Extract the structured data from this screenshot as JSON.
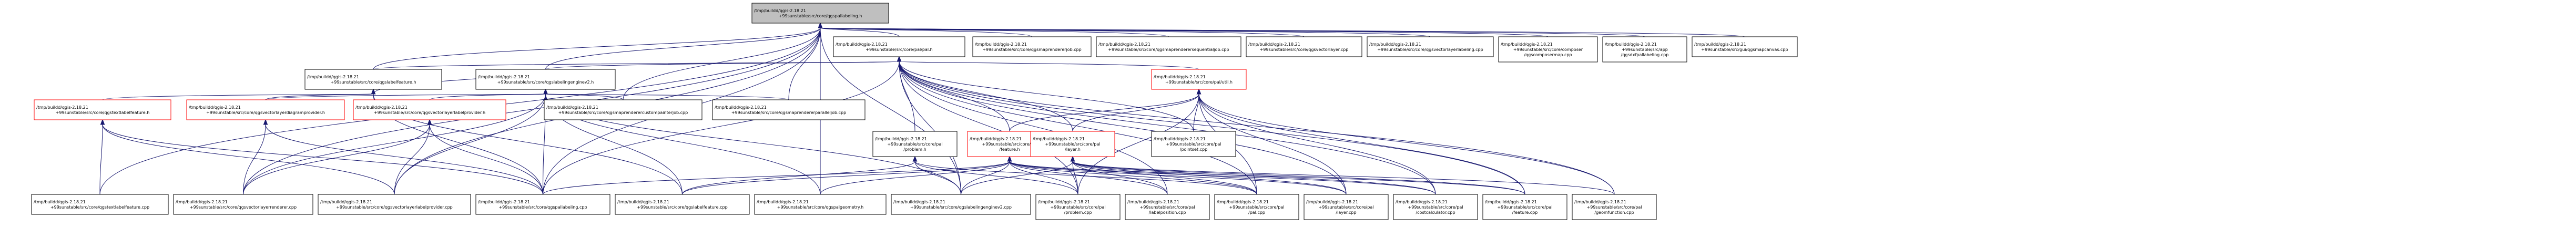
{
  "graph": {
    "nodes": [
      {
        "id": "root",
        "lines": [
          "/tmp/buildd/qgis-2.18.21",
          "+99sunstable/src/core/qgspallabeling.h"
        ],
        "style": "root"
      },
      {
        "id": "pal_h",
        "lines": [
          "/tmp/buildd/qgis-2.18.21",
          "+99sunstable/src/core/pal/pal.h"
        ],
        "style": "normal"
      },
      {
        "id": "maprendererjob_cpp",
        "lines": [
          "/tmp/buildd/qgis-2.18.21",
          "+99sunstable/src/core/qgsmaprendererjob.cpp"
        ],
        "style": "normal"
      },
      {
        "id": "seqjob_cpp",
        "lines": [
          "/tmp/buildd/qgis-2.18.21",
          "+99sunstable/src/core/qgsmaprenderersequentialjob.cpp"
        ],
        "style": "normal"
      },
      {
        "id": "vectorlayer_cpp",
        "lines": [
          "/tmp/buildd/qgis-2.18.21",
          "+99sunstable/src/core/qgsvectorlayer.cpp"
        ],
        "style": "normal"
      },
      {
        "id": "vllabeling_cpp",
        "lines": [
          "/tmp/buildd/qgis-2.18.21",
          "+99sunstable/src/core/qgsvectorlayerlabeling.cpp"
        ],
        "style": "normal"
      },
      {
        "id": "composermap_cpp",
        "lines": [
          "/tmp/buildd/qgis-2.18.21",
          "+99sunstable/src/core/composer",
          "/qgscomposermap.cpp"
        ],
        "style": "normal"
      },
      {
        "id": "palpreset_cpp",
        "lines": [
          "/tmp/buildd/qgis-2.18.21",
          "+99sunstable/src/app",
          "/qgsdxfpallabeling.cpp"
        ],
        "style": "normal"
      },
      {
        "id": "mapcanvas_cpp",
        "lines": [
          "/tmp/buildd/qgis-2.18.21",
          "+99sunstable/src/gui/qgsmapcanvas.cpp"
        ],
        "style": "normal"
      },
      {
        "id": "labelfeature_h",
        "lines": [
          "/tmp/buildd/qgis-2.18.21",
          "+99sunstable/src/core/qgslabelfeature.h"
        ],
        "style": "normal"
      },
      {
        "id": "engine_h",
        "lines": [
          "/tmp/buildd/qgis-2.18.21",
          "+99sunstable/src/core/qgslabelingenginev2.h"
        ],
        "style": "normal"
      },
      {
        "id": "util_h",
        "lines": [
          "/tmp/buildd/qgis-2.18.21",
          "+99sunstable/src/core/pal/util.h"
        ],
        "style": "red"
      },
      {
        "id": "textlabelfeature_h",
        "lines": [
          "/tmp/buildd/qgis-2.18.21",
          "+99sunstable/src/core/qgstextlabelfeature.h"
        ],
        "style": "red"
      },
      {
        "id": "diagramprovider_h",
        "lines": [
          "/tmp/buildd/qgis-2.18.21",
          "+99sunstable/src/core/qgsvectorlayerdiagramprovider.h"
        ],
        "style": "red"
      },
      {
        "id": "labelprovider_h",
        "lines": [
          "/tmp/buildd/qgis-2.18.21",
          "+99sunstable/src/core/qgsvectorlayerlabelprovider.h"
        ],
        "style": "red"
      },
      {
        "id": "customjob_cpp",
        "lines": [
          "/tmp/buildd/qgis-2.18.21",
          "+99sunstable/src/core/qgsmaprenderercustompainterjob.cpp"
        ],
        "style": "normal"
      },
      {
        "id": "paralleljob_cpp",
        "lines": [
          "/tmp/buildd/qgis-2.18.21",
          "+99sunstable/src/core/qgsmaprendererparalleljob.cpp"
        ],
        "style": "normal"
      },
      {
        "id": "problem_h",
        "lines": [
          "/tmp/buildd/qgis-2.18.21",
          "+99sunstable/src/core/pal",
          "/problem.h"
        ],
        "style": "normal"
      },
      {
        "id": "feature_h",
        "lines": [
          "/tmp/buildd/qgis-2.18.21",
          "+99sunstable/src/core/pal",
          "/feature.h"
        ],
        "style": "red"
      },
      {
        "id": "layer_h",
        "lines": [
          "/tmp/buildd/qgis-2.18.21",
          "+99sunstable/src/core/pal",
          "/layer.h"
        ],
        "style": "red"
      },
      {
        "id": "pointset_cpp",
        "lines": [
          "/tmp/buildd/qgis-2.18.21",
          "+99sunstable/src/core/pal",
          "/pointset.cpp"
        ],
        "style": "normal"
      },
      {
        "id": "textlabelfeature_cpp",
        "lines": [
          "/tmp/buildd/qgis-2.18.21",
          "+99sunstable/src/core/qgstextlabelfeature.cpp"
        ],
        "style": "normal"
      },
      {
        "id": "vlrenderer_cpp",
        "lines": [
          "/tmp/buildd/qgis-2.18.21",
          "+99sunstable/src/core/qgsvectorlayerrenderer.cpp"
        ],
        "style": "normal"
      },
      {
        "id": "labelprovider_cpp",
        "lines": [
          "/tmp/buildd/qgis-2.18.21",
          "+99sunstable/src/core/qgsvectorlayerlabelprovider.cpp"
        ],
        "style": "normal"
      },
      {
        "id": "pallabeling_cpp",
        "lines": [
          "/tmp/buildd/qgis-2.18.21",
          "+99sunstable/src/core/qgspallabeling.cpp"
        ],
        "style": "normal"
      },
      {
        "id": "labelfeature_cpp",
        "lines": [
          "/tmp/buildd/qgis-2.18.21",
          "+99sunstable/src/core/qgslabelfeature.cpp"
        ],
        "style": "normal"
      },
      {
        "id": "palgeometry_h",
        "lines": [
          "/tmp/buildd/qgis-2.18.21",
          "+99sunstable/src/core/qgspalgeometry.h"
        ],
        "style": "normal"
      },
      {
        "id": "engine_cpp",
        "lines": [
          "/tmp/buildd/qgis-2.18.21",
          "+99sunstable/src/core/qgslabelingenginev2.cpp"
        ],
        "style": "normal"
      },
      {
        "id": "problem_cpp",
        "lines": [
          "/tmp/buildd/qgis-2.18.21",
          "+99sunstable/src/core/pal",
          "/problem.cpp"
        ],
        "style": "normal"
      },
      {
        "id": "labelposition_cpp",
        "lines": [
          "/tmp/buildd/qgis-2.18.21",
          "+99sunstable/src/core/pal",
          "/labelposition.cpp"
        ],
        "style": "normal"
      },
      {
        "id": "pal_cpp",
        "lines": [
          "/tmp/buildd/qgis-2.18.21",
          "+99sunstable/src/core/pal",
          "/pal.cpp"
        ],
        "style": "normal"
      },
      {
        "id": "layer_cpp",
        "lines": [
          "/tmp/buildd/qgis-2.18.21",
          "+99sunstable/src/core/pal",
          "/layer.cpp"
        ],
        "style": "normal"
      },
      {
        "id": "costcalculator_cpp",
        "lines": [
          "/tmp/buildd/qgis-2.18.21",
          "+99sunstable/src/core/pal",
          "/costcalculator.cpp"
        ],
        "style": "normal"
      },
      {
        "id": "feature_cpp",
        "lines": [
          "/tmp/buildd/qgis-2.18.21",
          "+99sunstable/src/core/pal",
          "/feature.cpp"
        ],
        "style": "normal"
      },
      {
        "id": "geomfunction_cpp",
        "lines": [
          "/tmp/buildd/qgis-2.18.21",
          "+99sunstable/src/core/pal",
          "/geomfunction.cpp"
        ],
        "style": "normal"
      }
    ],
    "edges": [
      [
        "root",
        "pal_h"
      ],
      [
        "root",
        "maprendererjob_cpp"
      ],
      [
        "root",
        "seqjob_cpp"
      ],
      [
        "root",
        "vectorlayer_cpp"
      ],
      [
        "root",
        "vllabeling_cpp"
      ],
      [
        "root",
        "composermap_cpp"
      ],
      [
        "root",
        "palpreset_cpp"
      ],
      [
        "root",
        "mapcanvas_cpp"
      ],
      [
        "root",
        "labelfeature_h"
      ],
      [
        "root",
        "engine_h"
      ],
      [
        "root",
        "customjob_cpp"
      ],
      [
        "root",
        "paralleljob_cpp"
      ],
      [
        "root",
        "pallabeling_cpp"
      ],
      [
        "root",
        "textlabelfeature_cpp"
      ],
      [
        "root",
        "vlrenderer_cpp"
      ],
      [
        "root",
        "labelprovider_cpp"
      ],
      [
        "root",
        "palgeometry_h"
      ],
      [
        "root",
        "engine_cpp"
      ],
      [
        "pal_h",
        "util_h"
      ],
      [
        "pal_h",
        "labelfeature_h"
      ],
      [
        "pal_h",
        "engine_h"
      ],
      [
        "pal_h",
        "problem_h"
      ],
      [
        "pal_h",
        "feature_h"
      ],
      [
        "pal_h",
        "layer_h"
      ],
      [
        "pal_h",
        "pointset_cpp"
      ],
      [
        "pal_h",
        "pallabeling_cpp"
      ],
      [
        "pal_h",
        "engine_cpp"
      ],
      [
        "pal_h",
        "problem_cpp"
      ],
      [
        "pal_h",
        "labelposition_cpp"
      ],
      [
        "pal_h",
        "pal_cpp"
      ],
      [
        "pal_h",
        "layer_cpp"
      ],
      [
        "pal_h",
        "costcalculator_cpp"
      ],
      [
        "pal_h",
        "feature_cpp"
      ],
      [
        "pal_h",
        "geomfunction_cpp"
      ],
      [
        "labelfeature_h",
        "textlabelfeature_h"
      ],
      [
        "labelfeature_h",
        "engine_h"
      ],
      [
        "labelfeature_h",
        "labelfeature_cpp"
      ],
      [
        "labelfeature_h",
        "pallabeling_cpp"
      ],
      [
        "labelfeature_h",
        "diagramprovider_h"
      ],
      [
        "engine_h",
        "diagramprovider_h"
      ],
      [
        "engine_h",
        "labelprovider_h"
      ],
      [
        "engine_h",
        "customjob_cpp"
      ],
      [
        "engine_h",
        "paralleljob_cpp"
      ],
      [
        "engine_h",
        "pallabeling_cpp"
      ],
      [
        "engine_h",
        "labelfeature_cpp"
      ],
      [
        "engine_h",
        "engine_cpp"
      ],
      [
        "engine_h",
        "vlrenderer_cpp"
      ],
      [
        "engine_h",
        "labelprovider_cpp"
      ],
      [
        "engine_h",
        "palgeometry_h"
      ],
      [
        "util_h",
        "feature_h"
      ],
      [
        "util_h",
        "layer_h"
      ],
      [
        "util_h",
        "pointset_cpp"
      ],
      [
        "util_h",
        "problem_cpp"
      ],
      [
        "util_h",
        "pal_cpp"
      ],
      [
        "util_h",
        "layer_cpp"
      ],
      [
        "util_h",
        "feature_cpp"
      ],
      [
        "util_h",
        "geomfunction_cpp"
      ],
      [
        "util_h",
        "costcalculator_cpp"
      ],
      [
        "textlabelfeature_h",
        "textlabelfeature_cpp"
      ],
      [
        "textlabelfeature_h",
        "labelprovider_cpp"
      ],
      [
        "textlabelfeature_h",
        "pallabeling_cpp"
      ],
      [
        "diagramprovider_h",
        "vlrenderer_cpp"
      ],
      [
        "diagramprovider_h",
        "pallabeling_cpp"
      ],
      [
        "labelprovider_h",
        "vlrenderer_cpp"
      ],
      [
        "labelprovider_h",
        "labelprovider_cpp"
      ],
      [
        "labelprovider_h",
        "pallabeling_cpp"
      ],
      [
        "problem_h",
        "engine_cpp"
      ],
      [
        "problem_h",
        "problem_cpp"
      ],
      [
        "problem_h",
        "pal_cpp"
      ],
      [
        "problem_h",
        "labelfeature_cpp"
      ],
      [
        "feature_h",
        "palgeometry_h"
      ],
      [
        "feature_h",
        "labelfeature_cpp"
      ],
      [
        "feature_h",
        "engine_cpp"
      ],
      [
        "feature_h",
        "problem_cpp"
      ],
      [
        "feature_h",
        "labelposition_cpp"
      ],
      [
        "feature_h",
        "pal_cpp"
      ],
      [
        "feature_h",
        "layer_cpp"
      ],
      [
        "feature_h",
        "feature_cpp"
      ],
      [
        "feature_h",
        "costcalculator_cpp"
      ],
      [
        "feature_h",
        "pallabeling_cpp"
      ],
      [
        "layer_h",
        "engine_cpp"
      ],
      [
        "layer_h",
        "problem_cpp"
      ],
      [
        "layer_h",
        "labelposition_cpp"
      ],
      [
        "layer_h",
        "pal_cpp"
      ],
      [
        "layer_h",
        "layer_cpp"
      ],
      [
        "layer_h",
        "costcalculator_cpp"
      ],
      [
        "layer_h",
        "feature_cpp"
      ],
      [
        "layer_h",
        "geomfunction_cpp"
      ]
    ]
  },
  "colors": {
    "edge": "#191970",
    "node_fill": "#ffffff",
    "node_border": "#000000",
    "root_fill": "#bfbfbf",
    "red_border": "#ff0000"
  }
}
